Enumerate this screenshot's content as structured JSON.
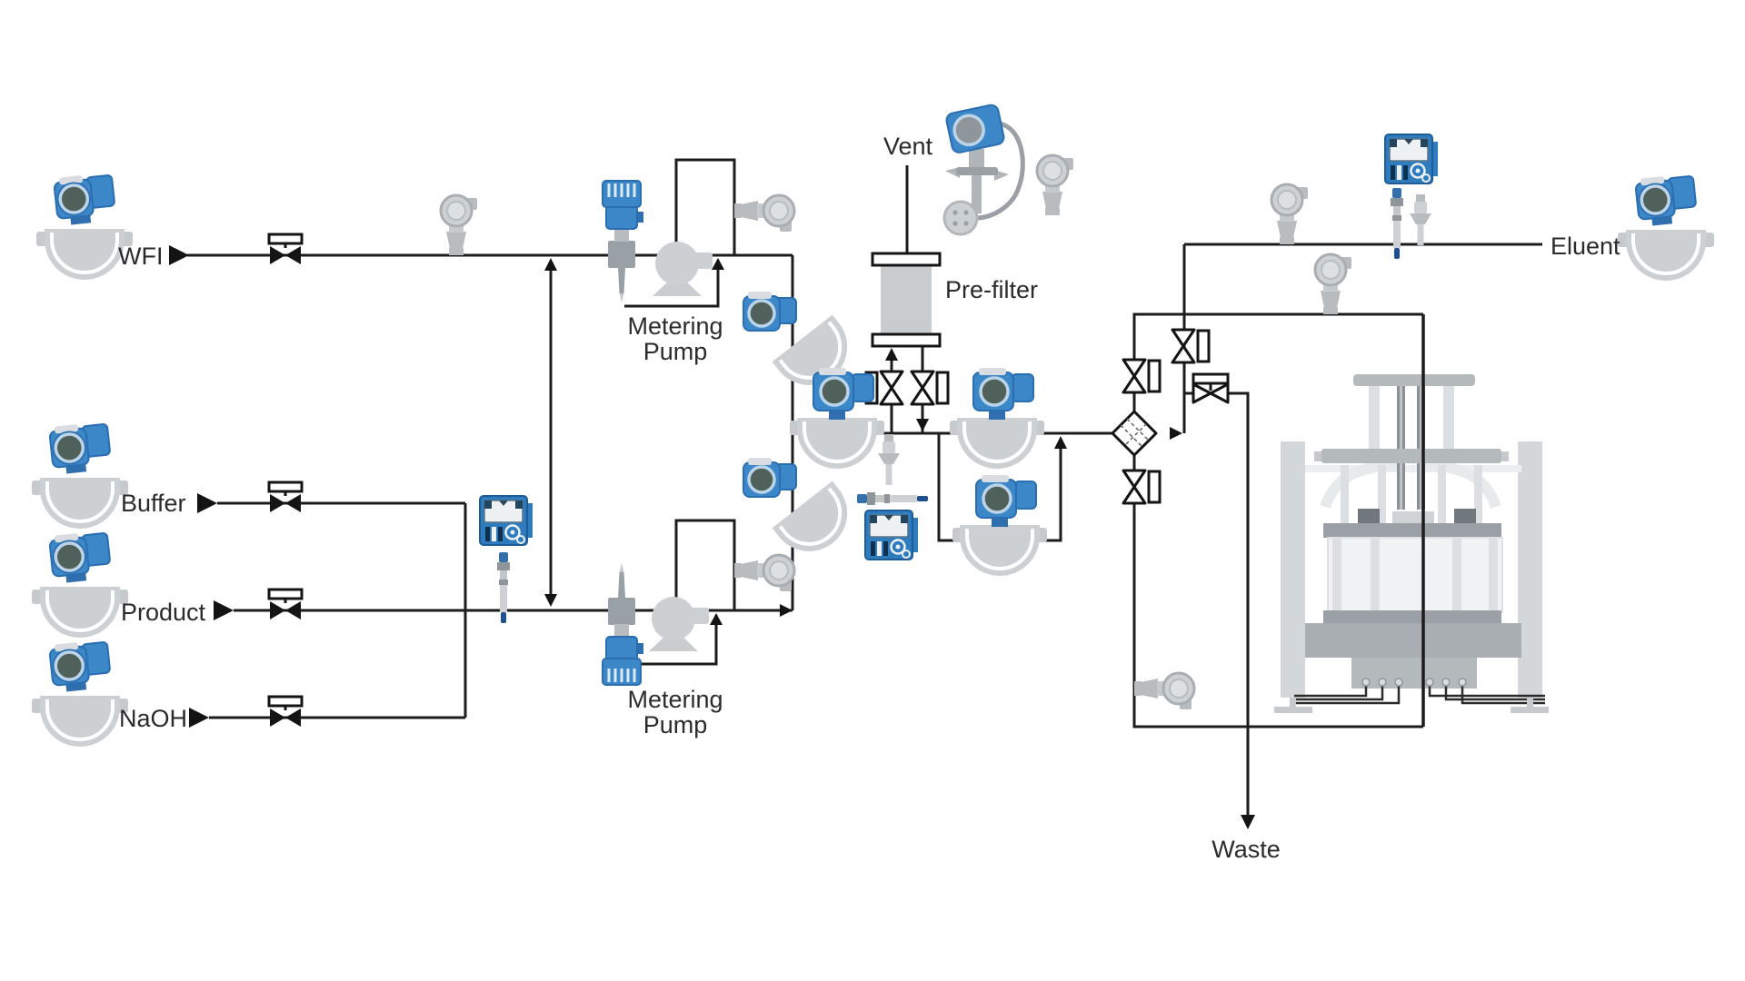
{
  "labels": {
    "sources": [
      {
        "label": "WFI"
      },
      {
        "label": "Buffer"
      },
      {
        "label": "Product"
      },
      {
        "label": "NaOH"
      }
    ],
    "vent": "Vent",
    "prefilter": "Pre-filter",
    "metering_pump_top": {
      "line1": "Metering",
      "line2": "Pump"
    },
    "metering_pump_bottom": {
      "line1": "Metering",
      "line2": "Pump"
    },
    "eluent": "Eluent",
    "waste": "Waste"
  },
  "equipment": [
    "coriolis-flowmeter-icon",
    "actuated-valve-icon",
    "pressure-transmitter-icon",
    "temperature-sensor-icon",
    "metering-pump-icon",
    "pre-filter-icon",
    "vent-level-switch-icon",
    "ph-electrode-icon",
    "liquiline-transmitter-icon",
    "retractable-holder-icon",
    "diaphragm-valve-icon",
    "control-valve-icon",
    "static-mixer-icon",
    "chromatography-column-icon"
  ],
  "colors": {
    "background": "#ffffff",
    "pipe_line": "#1c1c1c",
    "instrument_blue": "#3b87c8",
    "instrument_blue_dark": "#2a6db0",
    "device_gray": "#c9cdd0",
    "device_gray_dark": "#9aa1a6",
    "display_dark": "#50605a",
    "text": "#2b2b2b"
  }
}
